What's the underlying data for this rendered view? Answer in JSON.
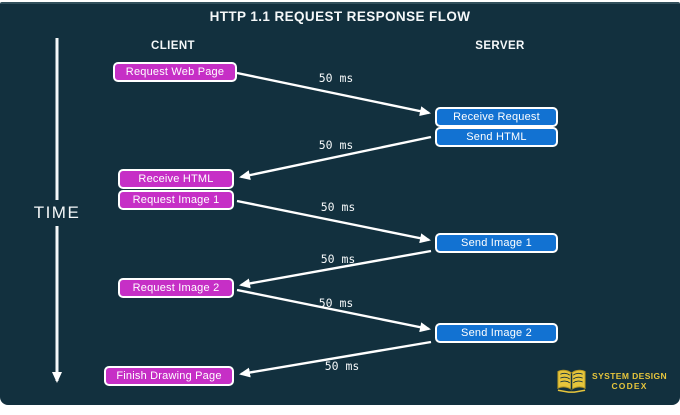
{
  "title": "HTTP 1.1 REQUEST RESPONSE FLOW",
  "columns": {
    "client_header": "CLIENT",
    "server_header": "SERVER"
  },
  "time_axis": {
    "label": "TIME"
  },
  "client_steps": [
    {
      "label": "Request Web Page"
    },
    {
      "label": "Receive HTML"
    },
    {
      "label": "Request Image 1"
    },
    {
      "label": "Request Image 2"
    },
    {
      "label": "Finish Drawing Page"
    }
  ],
  "server_steps": [
    {
      "label": "Receive Request"
    },
    {
      "label": "Send HTML"
    },
    {
      "label": "Send Image 1"
    },
    {
      "label": "Send Image 2"
    }
  ],
  "edges": [
    {
      "label": "50 ms",
      "from": "Request Web Page",
      "to": "Receive Request"
    },
    {
      "label": "50 ms",
      "from": "Send HTML",
      "to": "Receive HTML"
    },
    {
      "label": "50 ms",
      "from": "Request Image 1",
      "to": "Send Image 1"
    },
    {
      "label": "50 ms",
      "from": "Send Image 1",
      "to": "Request Image 2"
    },
    {
      "label": "50 ms",
      "from": "Request Image 2",
      "to": "Send Image 2"
    },
    {
      "label": "50 ms",
      "from": "Send Image 2",
      "to": "Finish Drawing Page"
    }
  ],
  "logo": {
    "line1": "SYSTEM DESIGN",
    "line2": "CODEX"
  },
  "colors": {
    "background": "#12303e",
    "client_box": "#c62fc6",
    "server_box": "#1272d2",
    "arrow": "#ffffff",
    "logo_gold": "#e6c53c"
  }
}
